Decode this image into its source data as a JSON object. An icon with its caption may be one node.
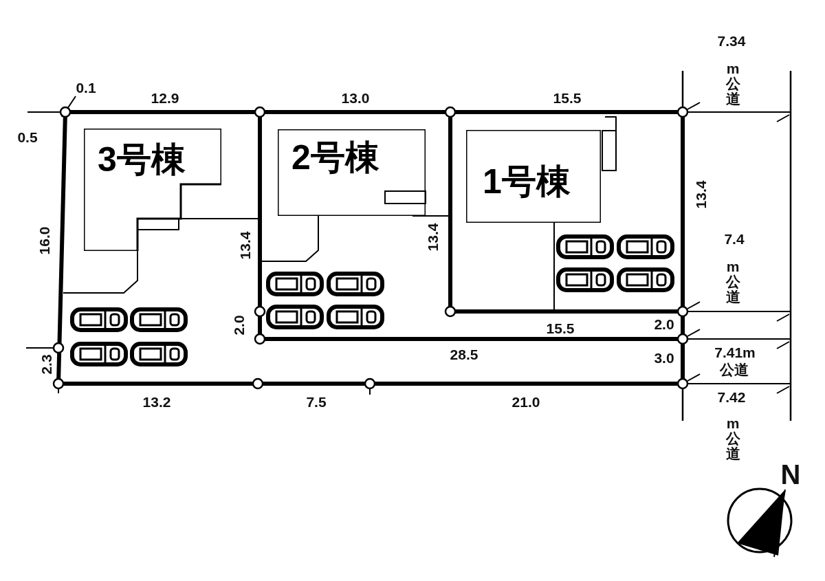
{
  "diagram": {
    "nodes": [
      {
        "text": [
          "3号棟"
        ]
      },
      {
        "text": [
          "2号棟"
        ]
      },
      {
        "text": [
          "1号棟"
        ]
      }
    ],
    "labels": [
      "0.1",
      "12.9",
      "13.0",
      "15.5",
      "7.34",
      "m公道",
      "0.5",
      "16.0",
      "13.4",
      "13.4",
      "13.4",
      "7.4",
      "m公道",
      "2.0",
      "15.5",
      "2.0",
      "2.3",
      "28.5",
      "3.0",
      "7.41m",
      "公道",
      "13.2",
      "7.5",
      "21.0",
      "7.42",
      "m公道",
      "N"
    ]
  }
}
